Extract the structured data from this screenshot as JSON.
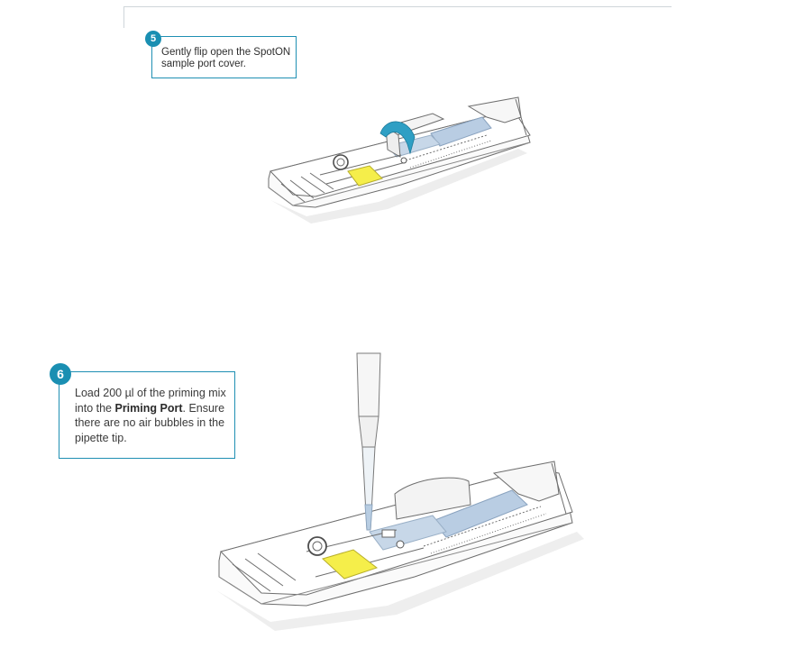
{
  "steps": [
    {
      "number": "5",
      "text": "Gently flip open the SpotON sample port cover."
    },
    {
      "number": "6",
      "text_before": "Load 200 µl of the priming mix into the ",
      "text_bold": "Priming Port",
      "text_after": ". Ensure there are no air bubbles in the pipette tip."
    }
  ],
  "colors": {
    "accent": "#1a8fb2",
    "port_highlight": "#f5ee4a",
    "channel_blue": "#b9cde3",
    "arrow_blue": "#2f9fc4"
  }
}
